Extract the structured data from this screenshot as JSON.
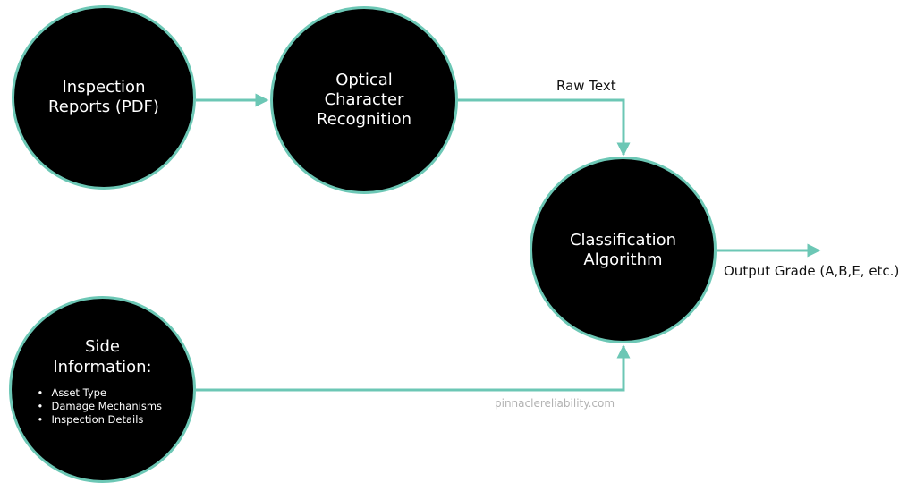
{
  "nodes": {
    "inspection_reports": "Inspection\nReports (PDF)",
    "ocr": "Optical\nCharacter\nRecognition",
    "classification": "Classification\nAlgorithm",
    "side_information": {
      "title": "Side\nInformation:",
      "items": [
        "Asset Type",
        "Damage Mechanisms",
        "Inspection Details"
      ]
    }
  },
  "edges": {
    "raw_text": "Raw Text",
    "output_grade": "Output Grade (A,B,E, etc.)"
  },
  "watermark": "pinnaclereliability.com",
  "colors": {
    "accent": "#6cc7b5",
    "node_fill": "#000000",
    "node_text": "#ffffff",
    "watermark": "#b3b3b3"
  }
}
